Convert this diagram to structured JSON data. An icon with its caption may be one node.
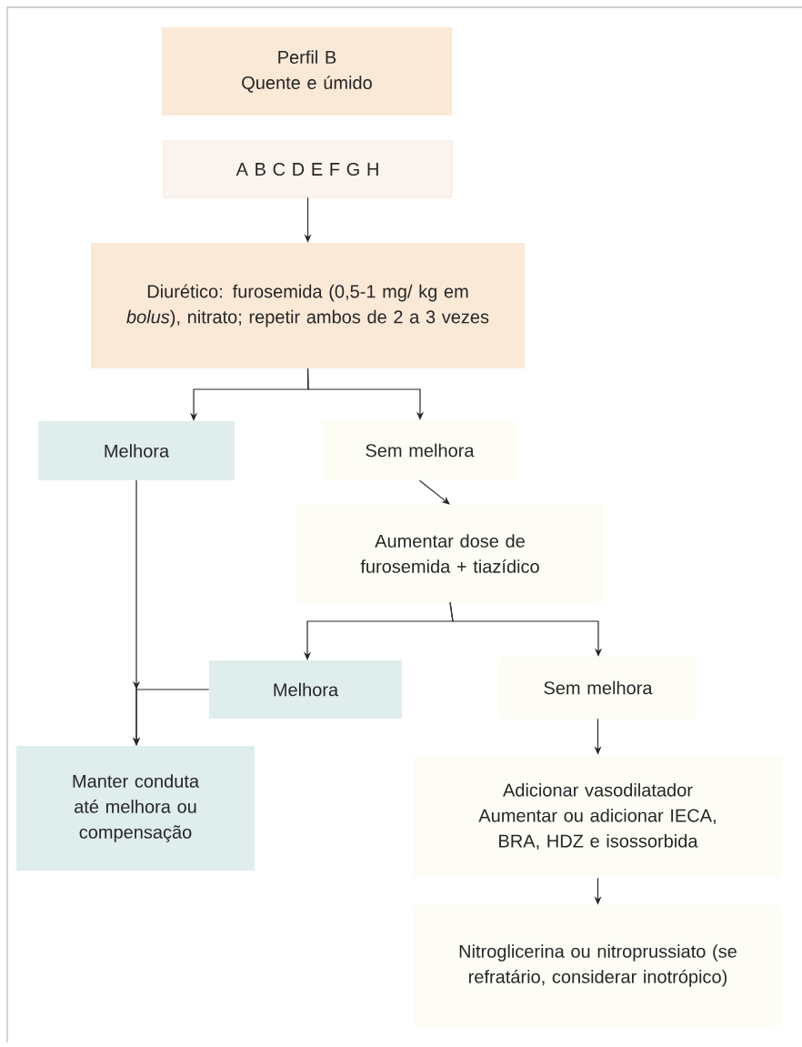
{
  "diagram": {
    "nodes": [
      {
        "text": [
          "Perfil B",
          "Quente e úmido"
        ]
      },
      {
        "text": [
          "A B C D E F G H"
        ]
      },
      {
        "text": [
          "Diurético: furosemida (0,5-1 mg/ kg em *bolus*), nitrato; repetir ambos de 2 a 3 vezes"
        ]
      },
      {
        "text": [
          "Melhora"
        ]
      },
      {
        "text": [
          "Sem melhora"
        ]
      },
      {
        "text": [
          "Aumentar dose de furosemida + tiazídico"
        ]
      },
      {
        "text": [
          "Melhora"
        ]
      },
      {
        "text": [
          "Sem melhora"
        ]
      },
      {
        "text": [
          "Manter conduta até melhora ou compensação"
        ]
      },
      {
        "text": [
          "Adicionar vasodilatador",
          "Aumentar ou adicionar IECA, BRA, HDZ e isossorbida"
        ]
      },
      {
        "text": [
          "Nitroglicerina ou nitroprussiato (se refratário, considerar inotrópico)"
        ]
      }
    ],
    "edges": [
      {
        "from": 1,
        "to": 2,
        "arrow": "to"
      },
      {
        "from": 2,
        "to": 3,
        "arrow": "to"
      },
      {
        "from": 2,
        "to": 4,
        "arrow": "to"
      },
      {
        "from": 4,
        "to": 5,
        "arrow": "to"
      },
      {
        "from": 5,
        "to": 6,
        "arrow": "to"
      },
      {
        "from": 5,
        "to": 7,
        "arrow": "to"
      },
      {
        "from": 3,
        "to": 8,
        "arrow": "to"
      },
      {
        "from": 6,
        "to": 8,
        "arrow": "to"
      },
      {
        "from": 7,
        "to": 9,
        "arrow": "to"
      },
      {
        "from": 9,
        "to": 10,
        "arrow": "to"
      }
    ]
  }
}
